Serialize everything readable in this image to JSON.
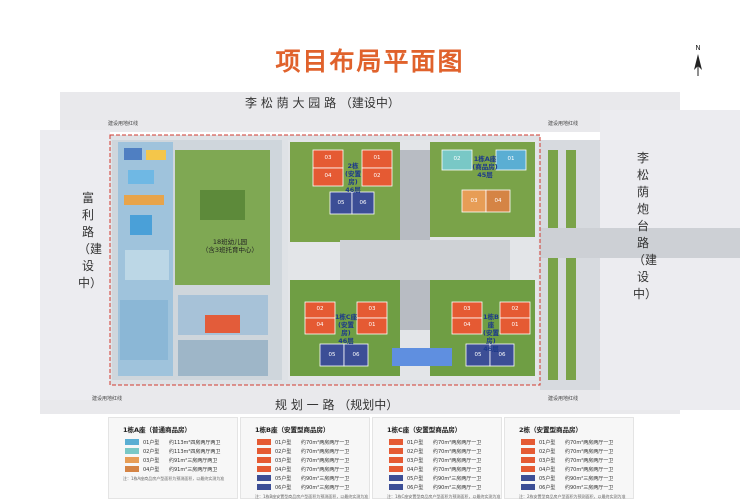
{
  "title": "项目布局平面图",
  "north": "N",
  "roads": {
    "top": "李 松 荫 大 园 路 （建设中）",
    "bottom": "规 划 一 路 （规划中）",
    "right": "李松荫炮台路（建设中）",
    "left": "富利路（建设中）",
    "redline": "建设用地红线"
  },
  "kindergarten": {
    "line1": "18班幼儿园",
    "line2": "（含3班托育中心）"
  },
  "buildings": [
    {
      "key": "b2",
      "label": [
        "2栋",
        "(安置房)",
        "46层"
      ],
      "units": [
        "03",
        "01",
        "04",
        "02",
        "05",
        "06"
      ]
    },
    {
      "key": "b1a",
      "label": [
        "1栋A座",
        "(商品房)",
        "45层"
      ],
      "units": [
        "02",
        "01",
        "03",
        "04"
      ]
    },
    {
      "key": "b1c",
      "label": [
        "1栋C座",
        "(安置房)",
        "46层"
      ],
      "units": [
        "02",
        "03",
        "04",
        "01",
        "05",
        "06"
      ]
    },
    {
      "key": "b1b",
      "label": [
        "1栋B座",
        "(安置房)",
        "46层"
      ],
      "units": [
        "03",
        "02",
        "04",
        "01",
        "05",
        "06"
      ]
    }
  ],
  "legend": [
    {
      "title": "1栋A座（普通商品房）",
      "rows": [
        {
          "color": "#5aaed3",
          "code": "01户型",
          "desc": "约113m²四房两厅两卫"
        },
        {
          "color": "#79c8c6",
          "code": "02户型",
          "desc": "约113m²四房两厅两卫"
        },
        {
          "color": "#e79d56",
          "code": "03户型",
          "desc": "约91m²三房两厅两卫"
        },
        {
          "color": "#d58445",
          "code": "04户型",
          "desc": "约91m²三房两厅两卫"
        }
      ],
      "note": "注：1栋A座商品房户型面积为预测面积，以最终实测为准"
    },
    {
      "title": "1栋B座（安置型商品房）",
      "rows": [
        {
          "color": "#e55a33",
          "code": "01户型",
          "desc": "约70m²两房两厅一卫"
        },
        {
          "color": "#e55a33",
          "code": "02户型",
          "desc": "约70m²两房两厅一卫"
        },
        {
          "color": "#e55a33",
          "code": "03户型",
          "desc": "约70m²两房两厅一卫"
        },
        {
          "color": "#e55a33",
          "code": "04户型",
          "desc": "约70m²两房两厅一卫"
        },
        {
          "color": "#3c4e96",
          "code": "05户型",
          "desc": "约90m²三房两厅一卫"
        },
        {
          "color": "#3c4e96",
          "code": "06户型",
          "desc": "约90m²三房两厅一卫"
        }
      ],
      "note": "注：1栋B座安置型商品房户型面积为预测面积，以最终实测为准"
    },
    {
      "title": "1栋C座（安置型商品房）",
      "rows": [
        {
          "color": "#e55a33",
          "code": "01户型",
          "desc": "约70m²两房两厅一卫"
        },
        {
          "color": "#e55a33",
          "code": "02户型",
          "desc": "约70m²两房两厅一卫"
        },
        {
          "color": "#e55a33",
          "code": "03户型",
          "desc": "约70m²两房两厅一卫"
        },
        {
          "color": "#e55a33",
          "code": "04户型",
          "desc": "约70m²两房两厅一卫"
        },
        {
          "color": "#3c4e96",
          "code": "05户型",
          "desc": "约90m²三房两厅一卫"
        },
        {
          "color": "#3c4e96",
          "code": "06户型",
          "desc": "约90m²三房两厅一卫"
        }
      ],
      "note": "注：1栋C座安置型商品房户型面积为预测面积，以最终实测为准"
    },
    {
      "title": "2栋（安置型商品房）",
      "rows": [
        {
          "color": "#e55a33",
          "code": "01户型",
          "desc": "约70m²两房两厅一卫"
        },
        {
          "color": "#e55a33",
          "code": "02户型",
          "desc": "约70m²两房两厅一卫"
        },
        {
          "color": "#e55a33",
          "code": "03户型",
          "desc": "约70m²两房两厅一卫"
        },
        {
          "color": "#e55a33",
          "code": "04户型",
          "desc": "约70m²两房两厅一卫"
        },
        {
          "color": "#3c4e96",
          "code": "05户型",
          "desc": "约90m²三房两厅一卫"
        },
        {
          "color": "#3c4e96",
          "code": "06户型",
          "desc": "约90m²三房两厅一卫"
        }
      ],
      "note": "注：2栋安置型商品房户型面积为预测面积，以最终实测为准"
    }
  ],
  "colors": {
    "title": "#e0622c",
    "resettlement": "#e55a33",
    "large": "#3c4e96",
    "commercial_a": "#5aaed3",
    "commercial_b": "#79c8c6",
    "commercial_c": "#e79d56",
    "grass": "#6f9e44",
    "road": "#e9e9ec",
    "redline": "#d23a2f"
  }
}
